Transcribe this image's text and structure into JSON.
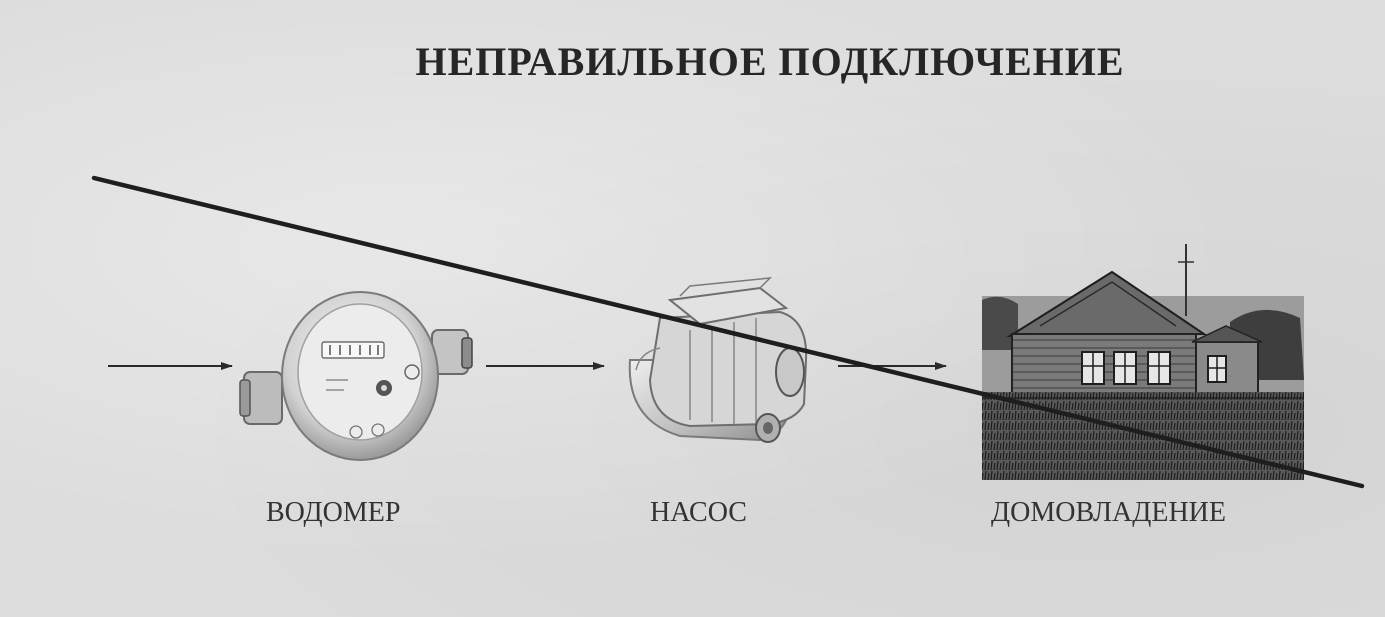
{
  "title": "НЕПРАВИЛЬНОЕ ПОДКЛЮЧЕНИЕ",
  "nodes": [
    {
      "id": "meter",
      "label": "ВОДОМЕР",
      "icon": "water-meter-icon"
    },
    {
      "id": "pump",
      "label": "НАСОС",
      "icon": "pump-icon"
    },
    {
      "id": "house",
      "label": "ДОМОВЛАДЕНИЕ",
      "icon": "house-icon"
    }
  ],
  "colors": {
    "paper": "#dcdcdc",
    "ink": "#262626",
    "strike": "#1e1e1e"
  }
}
